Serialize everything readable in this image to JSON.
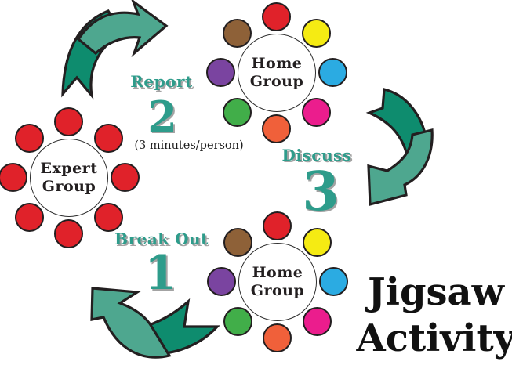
{
  "palette": {
    "teal_light": "#4EA78F",
    "teal_dark": "#0E8C6E",
    "teal_text": "#2E9C8B",
    "shadow_gray": "#A3A3A3",
    "outline": "#231F20",
    "red": "#E0222A",
    "yellow": "#F5EB13",
    "cyan": "#2BABE2",
    "magenta": "#EB1D8D",
    "orange": "#F0603A",
    "green": "#41AE49",
    "purple": "#7A44A0",
    "brown": "#8E6138"
  },
  "title": {
    "line1": "Jigsaw",
    "line2": "Activity"
  },
  "steps": {
    "break_out": {
      "label": "Break Out",
      "number": "1"
    },
    "report": {
      "label": "Report",
      "number": "2",
      "note": "(3 minutes/person)"
    },
    "discuss": {
      "label": "Discuss",
      "number": "3"
    }
  },
  "groups": {
    "expert": {
      "name_line1": "Expert",
      "name_line2": "Group",
      "members": [
        "#E0222A",
        "#E0222A",
        "#E0222A",
        "#E0222A",
        "#E0222A",
        "#E0222A",
        "#E0222A",
        "#E0222A"
      ]
    },
    "home_top": {
      "name_line1": "Home",
      "name_line2": "Group",
      "members": [
        "#E0222A",
        "#F5EB13",
        "#2BABE2",
        "#EB1D8D",
        "#F0603A",
        "#41AE49",
        "#7A44A0",
        "#8E6138"
      ]
    },
    "home_bottom": {
      "name_line1": "Home",
      "name_line2": "Group",
      "members": [
        "#E0222A",
        "#F5EB13",
        "#2BABE2",
        "#EB1D8D",
        "#F0603A",
        "#41AE49",
        "#7A44A0",
        "#8E6138"
      ]
    }
  },
  "icons": {
    "report_arrow": "curved-ribbon-arrow-pointing-up-right",
    "discuss_arrow": "curved-ribbon-arrow-pointing-down-left",
    "break_out_arrow": "curved-ribbon-arrow-pointing-up-left"
  }
}
